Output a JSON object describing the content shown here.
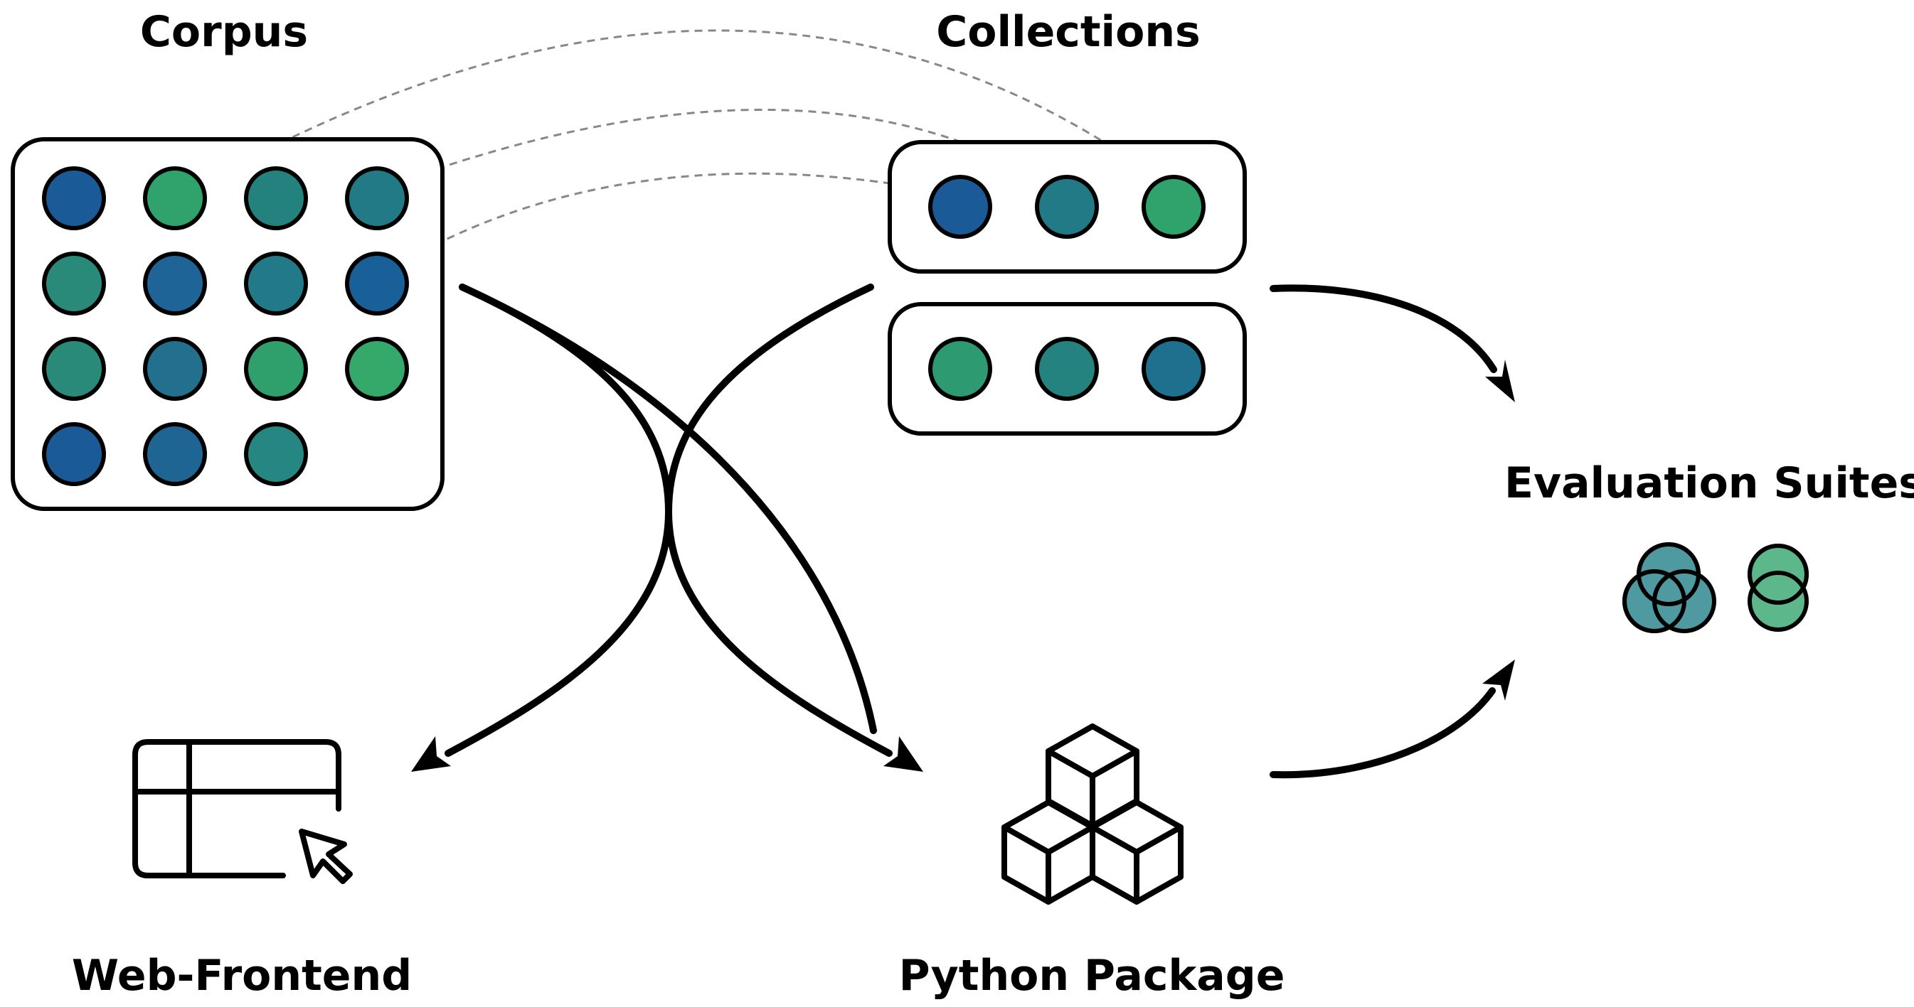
{
  "labels": {
    "corpus": "Corpus",
    "collections": "Collections",
    "evaluation_suites": "Evaluation Suites",
    "web_frontend": "Web-Frontend",
    "python_package": "Python Package"
  },
  "corpus": {
    "rows": [
      [
        "#1a5a96",
        "#2fa36b",
        "#23827e",
        "#227a86"
      ],
      [
        "#2a8a7a",
        "#1e6497",
        "#227a88",
        "#195f98"
      ],
      [
        "#2a8a7a",
        "#226f8e",
        "#2fa06c",
        "#35a96a"
      ],
      [
        "#1a5a96",
        "#1f6594",
        "#268682"
      ]
    ]
  },
  "collections": {
    "sets": [
      [
        "#1a5a96",
        "#227a86",
        "#2fa36b"
      ],
      [
        "#2d9a72",
        "#25837f",
        "#1f6f8e"
      ]
    ]
  },
  "evaluation_suites": {
    "groups": [
      {
        "color": "#4e9aa0",
        "circles": 3
      },
      {
        "color": "#5cb88a",
        "circles": 2
      }
    ]
  },
  "icons": {
    "web_frontend": "table-cursor-icon",
    "python_package": "stacked-cubes-icon"
  }
}
